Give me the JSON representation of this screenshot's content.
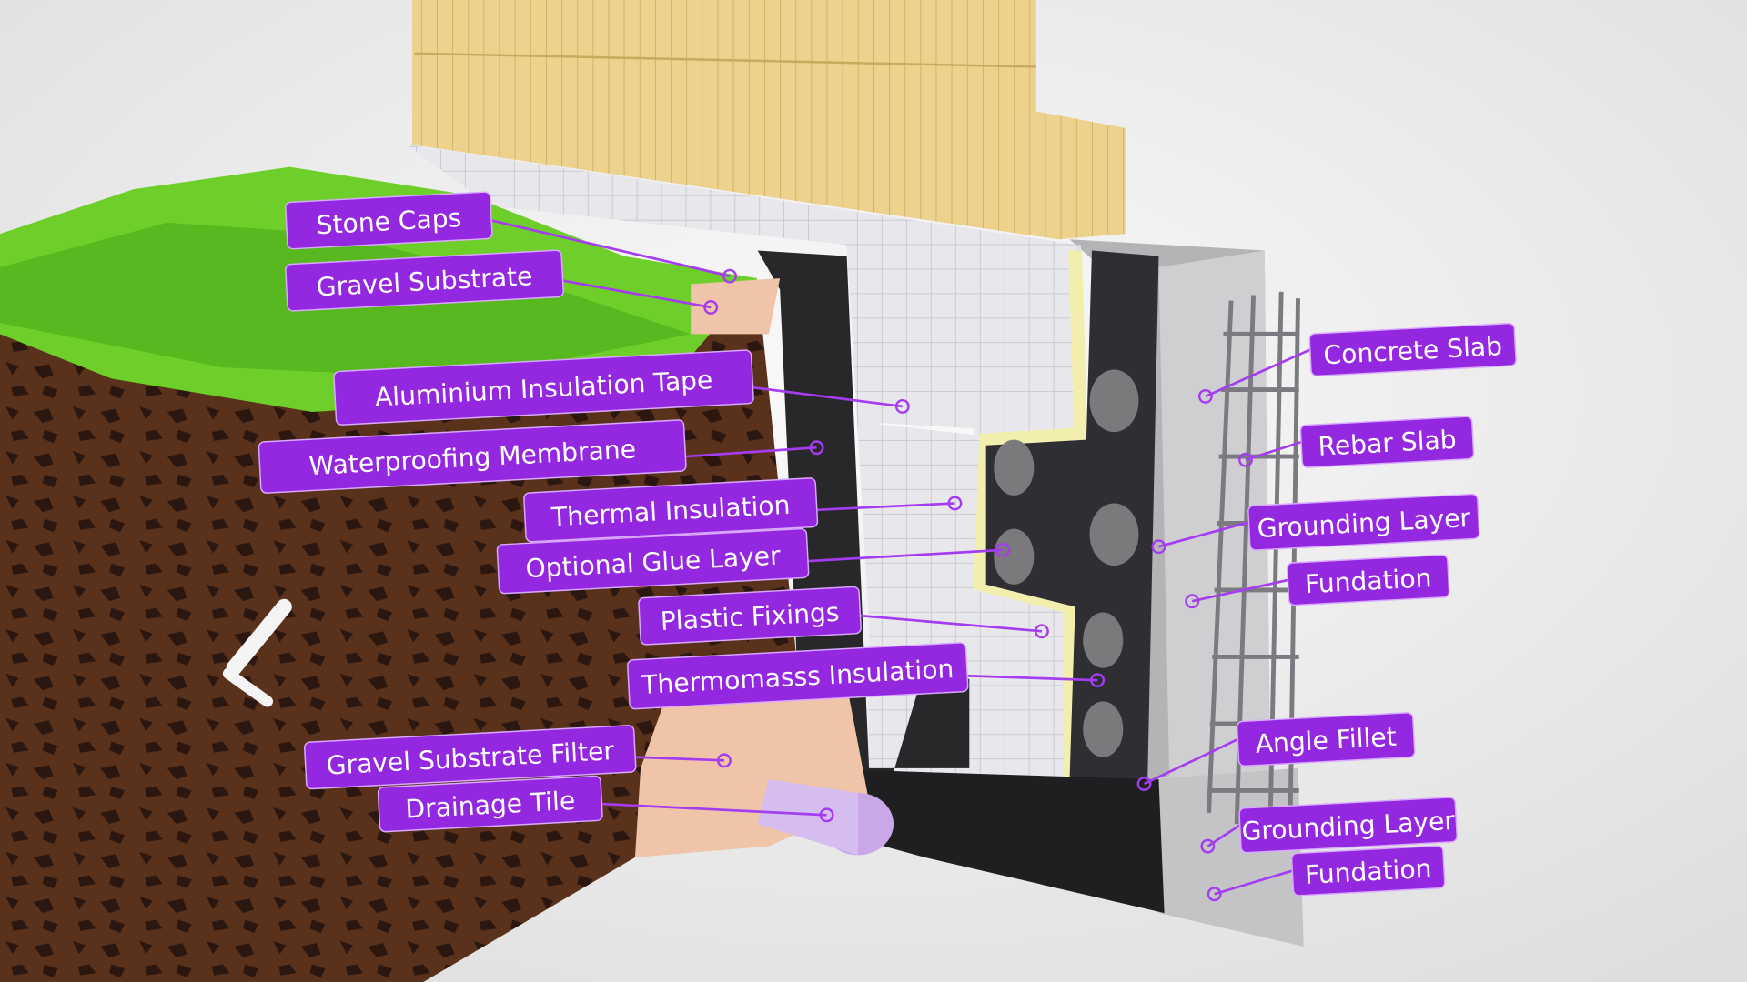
{
  "colors": {
    "label_fill": "#9428e0",
    "label_stroke": "#d9a8ff",
    "leader": "#a43cf0",
    "brick": "#e9cf86",
    "soil": "#4a2a1a",
    "soil_dark": "#2c1710",
    "grass": "#6fcf2a",
    "membrane": "#2d2d30",
    "insulation": "#e6e6ea",
    "concrete": "#b9b9bb",
    "gravel": "#f0c4a8"
  },
  "labels": [
    {
      "text": "Stone Caps"
    },
    {
      "text": "Gravel Substrate"
    },
    {
      "text": "Aluminium Insulation Tape"
    },
    {
      "text": "Waterproofing Membrane"
    },
    {
      "text": "Thermal Insulation"
    },
    {
      "text": "Optional Glue Layer"
    },
    {
      "text": "Plastic Fixings"
    },
    {
      "text": "Thermomasss Insulation"
    },
    {
      "text": "Gravel Substrate Filter"
    },
    {
      "text": "Drainage Tile"
    },
    {
      "text": "Concrete Slab"
    },
    {
      "text": "Rebar Slab"
    },
    {
      "text": "Grounding Layer"
    },
    {
      "text": "Fundation"
    },
    {
      "text": "Angle Fillet"
    },
    {
      "text": "Grounding Layer"
    },
    {
      "text": "Fundation"
    }
  ]
}
